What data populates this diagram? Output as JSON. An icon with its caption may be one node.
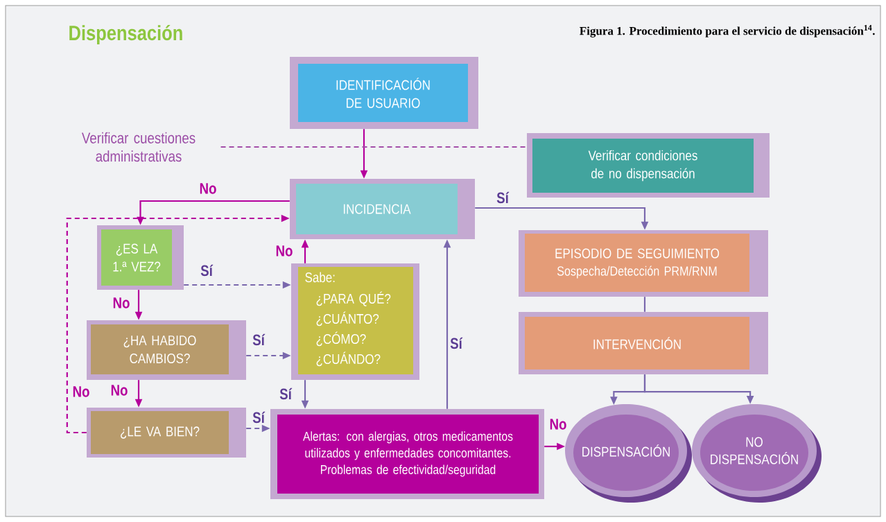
{
  "diagram": {
    "title": "Dispensación",
    "caption": "Figura 1. Procedimiento para el servicio de dispensación$^{14}$.",
    "nodes": [
      {
        "text": [
          "IDENTIFICACIÓN DE USUARIO"
        ]
      },
      {
        "text": [
          "Verificar cuestiones administrativas"
        ]
      },
      {
        "text": [
          "Verificar condiciones de no dispensación"
        ]
      },
      {
        "text": [
          "INCIDENCIA"
        ]
      },
      {
        "text": [
          "¿ES LA 1.ª VEZ?"
        ]
      },
      {
        "text": [
          "Sabe:",
          "¿PARA QUÉ? ¿CUÁNTO? ¿CÓMO? ¿CUÁNDO?"
        ]
      },
      {
        "text": [
          "¿HA HABIDO CAMBIOS?"
        ]
      },
      {
        "text": [
          "¿LE VA BIEN?"
        ]
      },
      {
        "text": [
          "Alertas: con alergias, otros medicamentos utilizados y enfermedades concomitantes. Problemas de efectividad/seguridad"
        ]
      },
      {
        "text": [
          "EPISODIO DE SEGUIMIENTO",
          "Sospecha/Detección PRM/RNM"
        ]
      },
      {
        "text": [
          "INTERVENCIÓN"
        ]
      },
      {
        "text": [
          "DISPENSACIÓN"
        ]
      },
      {
        "text": [
          "NO DISPENSACIÓN"
        ]
      }
    ],
    "edges": [
      {
        "from": 0,
        "to": 3,
        "arrow": "to",
        "color": "#b5009c"
      },
      {
        "from": 1,
        "to": 2,
        "arrow": "none",
        "style": "dashed",
        "color": "#a34ea8"
      },
      {
        "from": 3,
        "to": 4,
        "arrow": "to",
        "label": "No",
        "color": "#b5009c"
      },
      {
        "from": 7,
        "to": 3,
        "arrow": "to",
        "label": "No",
        "style": "dashed",
        "color": "#b5009c"
      },
      {
        "from": 4,
        "to": 5,
        "arrow": "to",
        "label": "Sí",
        "style": "dashed"
      },
      {
        "from": 4,
        "to": 6,
        "arrow": "to",
        "label": "No",
        "color": "#b5009c"
      },
      {
        "from": 6,
        "to": 5,
        "arrow": "to",
        "label": "Sí",
        "style": "dashed"
      },
      {
        "from": 6,
        "to": 7,
        "arrow": "to",
        "label": "No",
        "color": "#b5009c"
      },
      {
        "from": 5,
        "to": 3,
        "arrow": "to",
        "label": "No",
        "color": "#b5009c"
      },
      {
        "from": 5,
        "to": 8,
        "arrow": "to",
        "label": "Sí"
      },
      {
        "from": 7,
        "to": 8,
        "arrow": "to",
        "label": "Sí",
        "style": "dashed"
      },
      {
        "from": 8,
        "to": 3,
        "arrow": "to",
        "label": "Sí"
      },
      {
        "from": 3,
        "to": 9,
        "arrow": "to",
        "label": "Sí"
      },
      {
        "from": 9,
        "to": 10,
        "arrow": "none"
      },
      {
        "from": 10,
        "to": 11,
        "arrow": "to"
      },
      {
        "from": 10,
        "to": 12,
        "arrow": "to"
      },
      {
        "from": 8,
        "to": 11,
        "arrow": "to",
        "label": "No",
        "color": "#b5009c"
      }
    ]
  }
}
